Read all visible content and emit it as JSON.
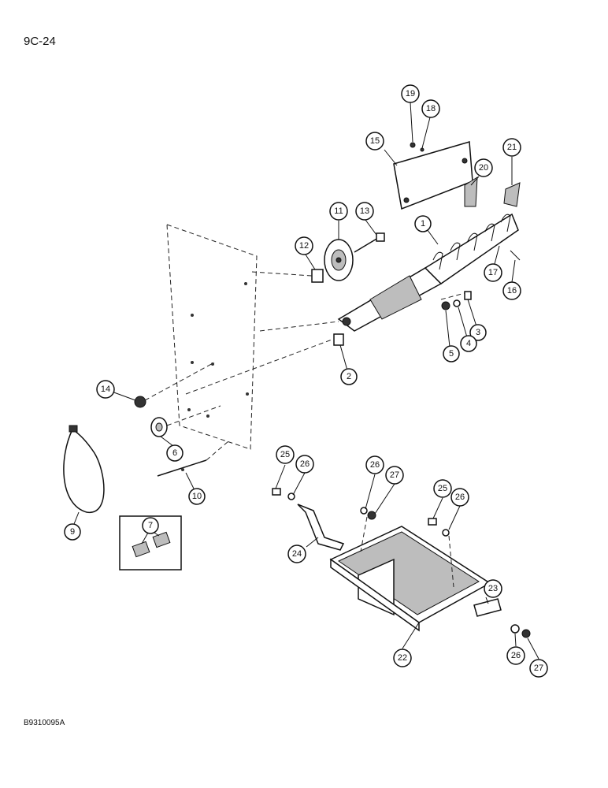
{
  "page_number": "9C-24",
  "figure_code": "B9310095A",
  "callouts": [
    "1",
    "2",
    "3",
    "4",
    "5",
    "6",
    "7",
    "9",
    "10",
    "11",
    "12",
    "13",
    "14",
    "15",
    "16",
    "17",
    "18",
    "19",
    "20",
    "21",
    "22",
    "23",
    "24",
    "25",
    "26",
    "26",
    "27",
    "25",
    "26",
    "26",
    "27"
  ]
}
